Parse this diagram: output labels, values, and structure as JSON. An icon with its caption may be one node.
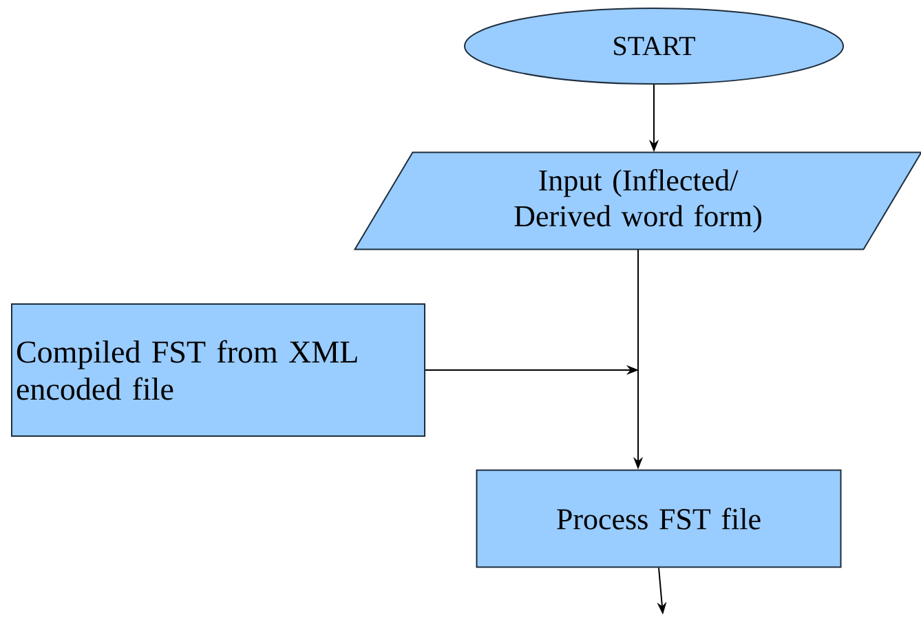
{
  "diagram": {
    "nodes": [
      {
        "text": [
          "START"
        ]
      },
      {
        "text": [
          "Input (Inflected/ Derived word form)"
        ]
      },
      {
        "text": [
          "Compiled FST from XML encoded file"
        ]
      },
      {
        "text": [
          "Process FST file"
        ]
      }
    ],
    "edges": [
      {
        "from": 0,
        "to": 1,
        "arrow": "to"
      },
      {
        "from": 1,
        "to": 3,
        "arrow": "to"
      },
      {
        "from": 2,
        "to": null,
        "arrow": "to"
      },
      {
        "from": 3,
        "to": null,
        "arrow": "to"
      }
    ]
  }
}
